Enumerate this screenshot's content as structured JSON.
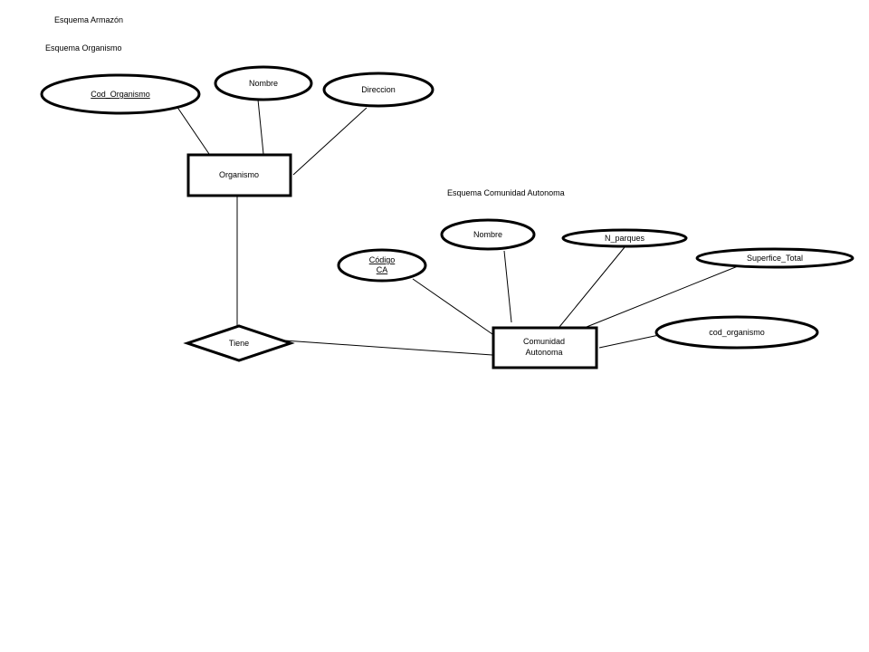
{
  "headings": {
    "armazon": "Esquema  Armazón",
    "organismo": "Esquema Organismo",
    "comunidad": "Esquema Comunidad Autonoma"
  },
  "entities": {
    "organismo": "Organismo",
    "comunidad_line1": "Comunidad",
    "comunidad_line2": "Autonoma"
  },
  "relationships": {
    "tiene": "Tiene"
  },
  "attributes": {
    "cod_organismo": "Cod_Organismo",
    "nombre_org": "Nombre",
    "direccion": "Direccion",
    "codigo_line1": "Código",
    "codigo_line2": "CA",
    "nombre_ca": "Nombre",
    "n_parques": "N_parques",
    "superficie_total": "Superfice_Total",
    "cod_organismo_fk": "cod_organismo"
  }
}
